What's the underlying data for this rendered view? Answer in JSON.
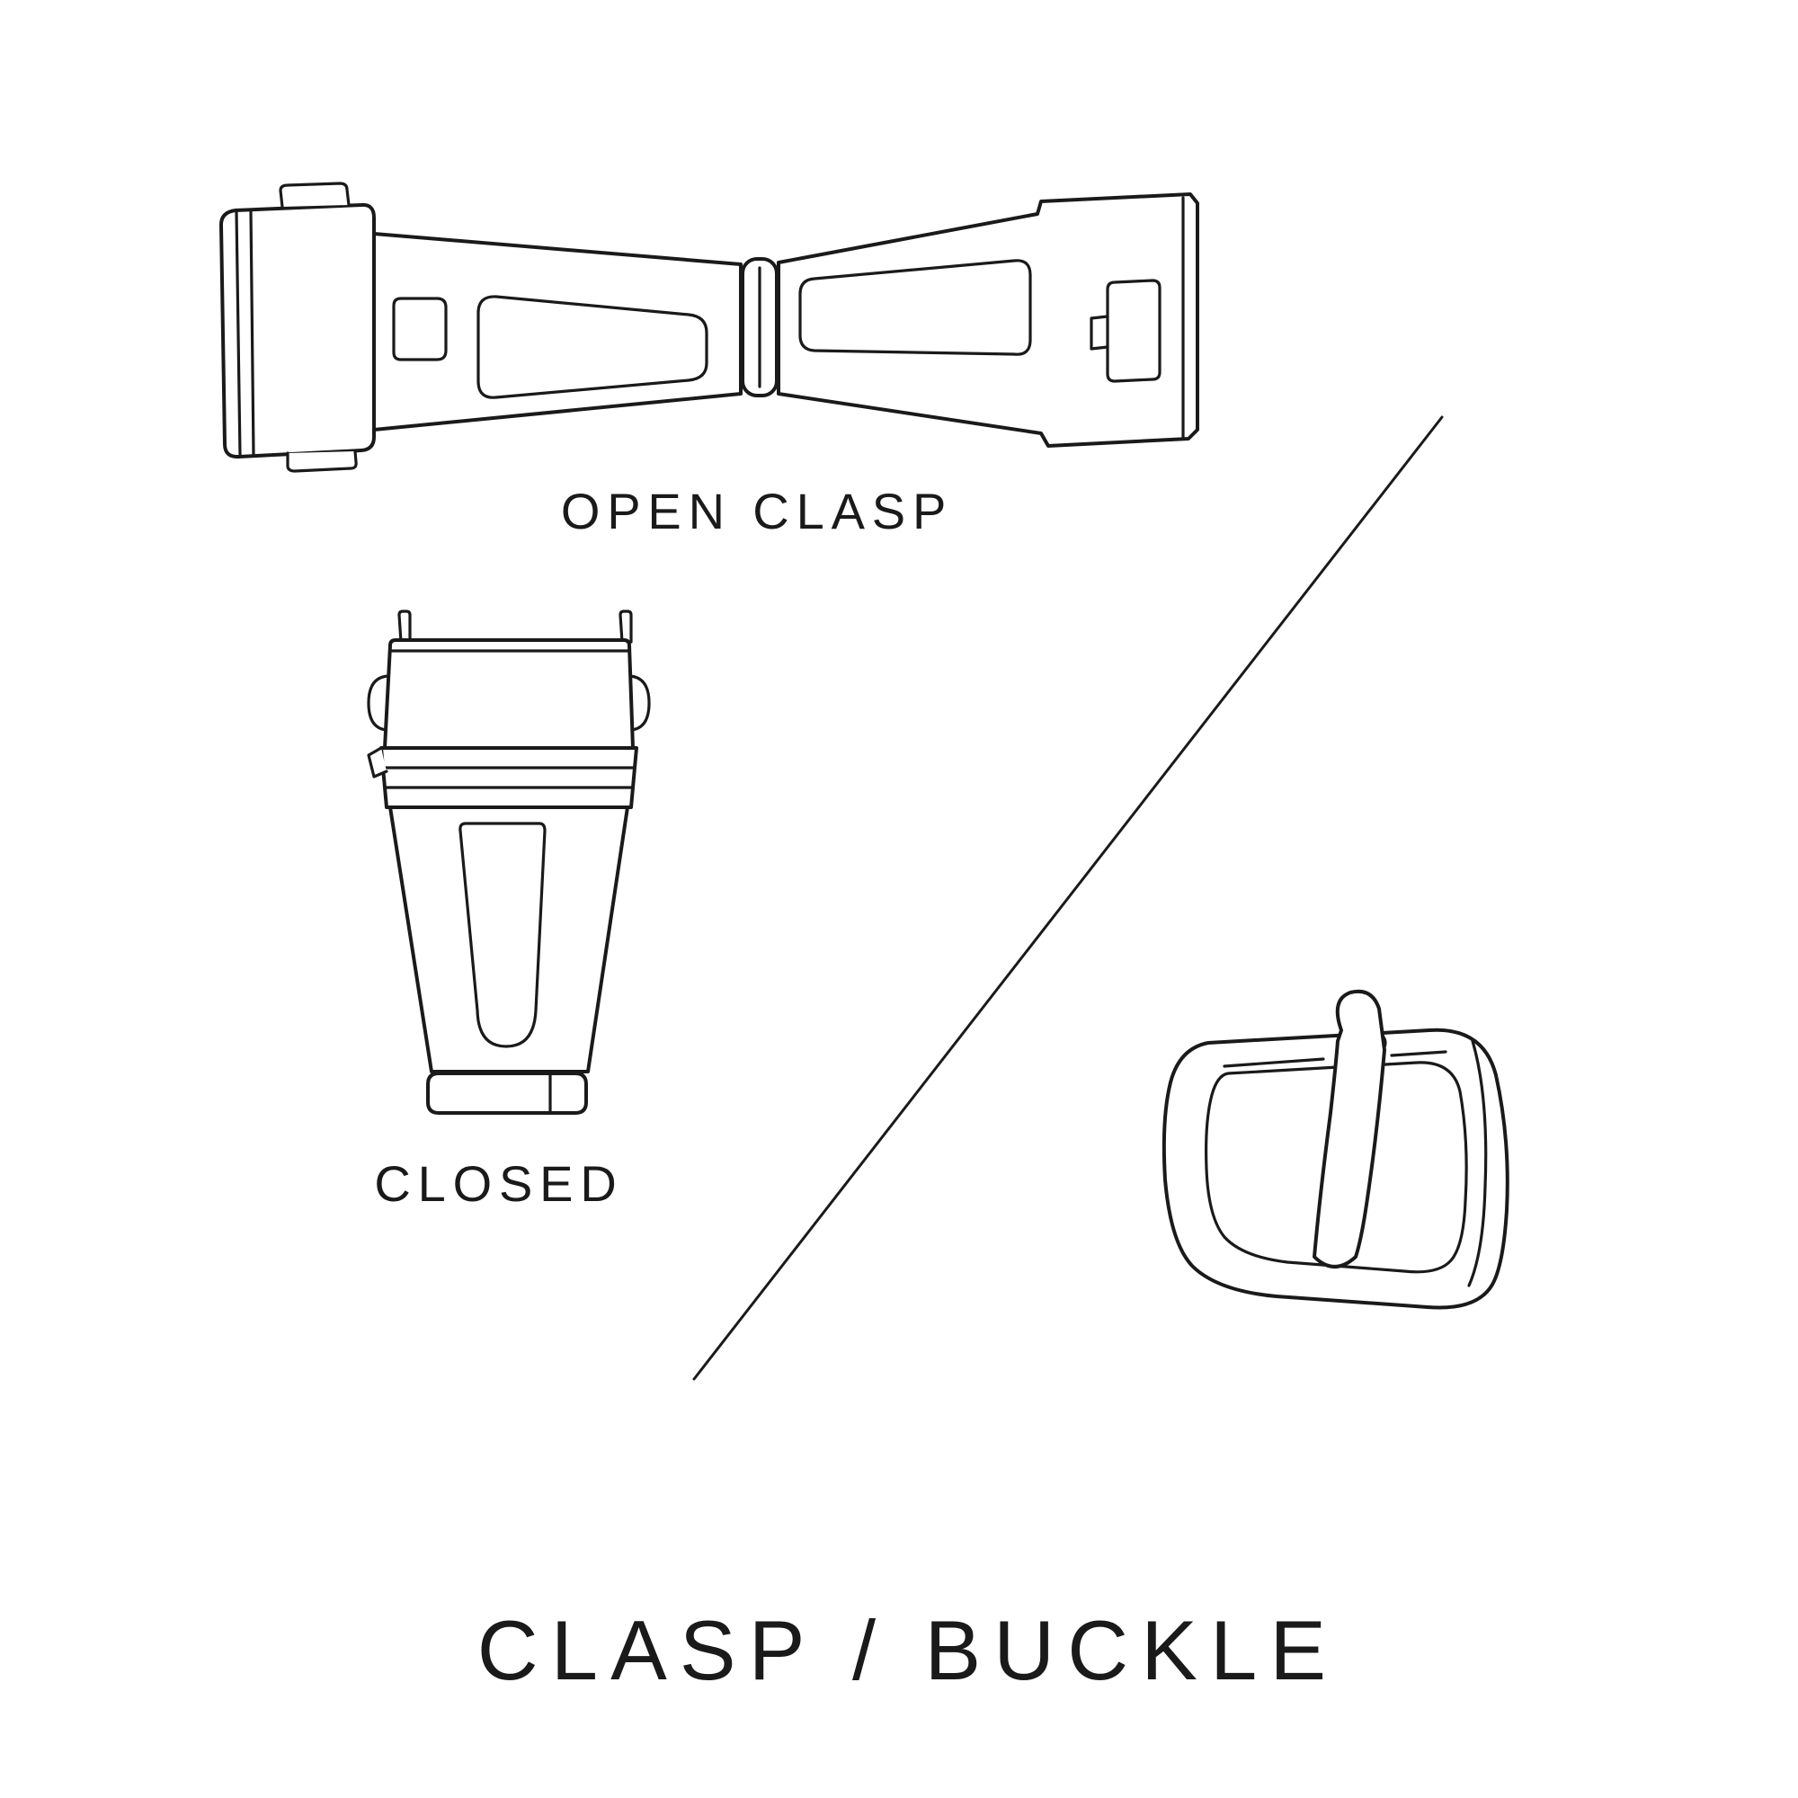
{
  "page": {
    "background": "#ffffff",
    "ink_color": "#1a1a1a"
  },
  "diagram": {
    "title": "CLASP / BUCKLE",
    "labels": {
      "open_clasp": "OPEN CLASP",
      "closed": "CLOSED"
    },
    "illustrations": {
      "open_clasp": "open-deployant-clasp-line-drawing",
      "closed_clasp": "closed-deployant-clasp-line-drawing",
      "buckle": "tang-buckle-line-drawing",
      "divider": "diagonal-divider-line"
    }
  }
}
